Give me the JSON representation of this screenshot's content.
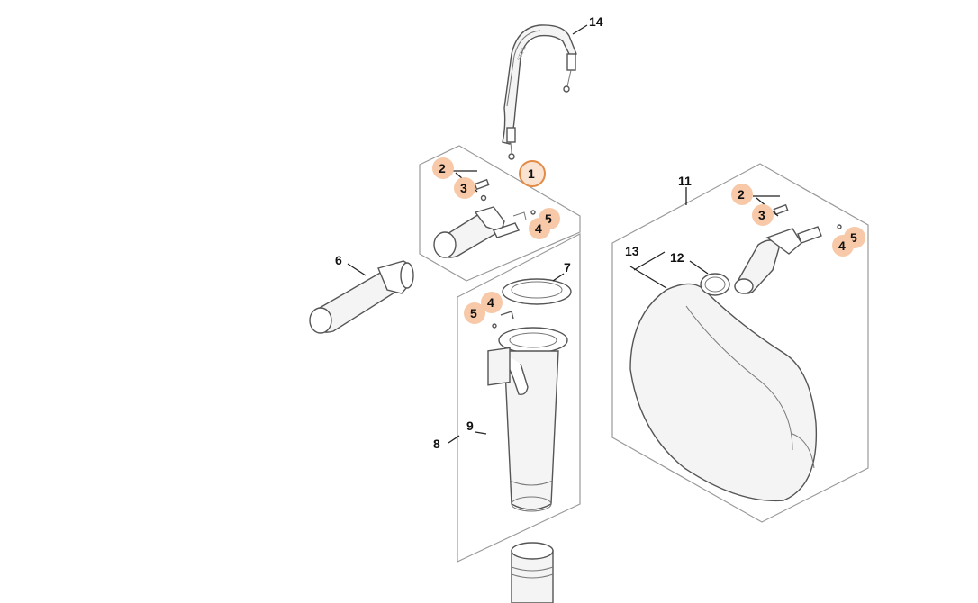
{
  "labels": {
    "part_1": "1",
    "kit_a_2": "2",
    "kit_a_3": "3",
    "kit_a_4": "4",
    "kit_a_5": "5",
    "part_6": "6",
    "part_7": "7",
    "part_8": "8",
    "part_9": "9",
    "kit_b_4": "4",
    "kit_b_5": "5",
    "part_11": "11",
    "part_12": "12",
    "part_13": "13",
    "kit_c_2": "2",
    "kit_c_3": "3",
    "kit_c_4": "4",
    "kit_c_5": "5",
    "part_14": "14"
  },
  "colors": {
    "highlight": "#f7c9a8",
    "selected_ring": "#e38a45",
    "outline": "#555555"
  },
  "icons": {
    "strap": "shoulder-strap-icon",
    "intake": "intake-housing-icon",
    "nozzle": "nozzle-tube-icon",
    "suction": "suction-tube-icon",
    "bag": "collection-bag-icon"
  }
}
